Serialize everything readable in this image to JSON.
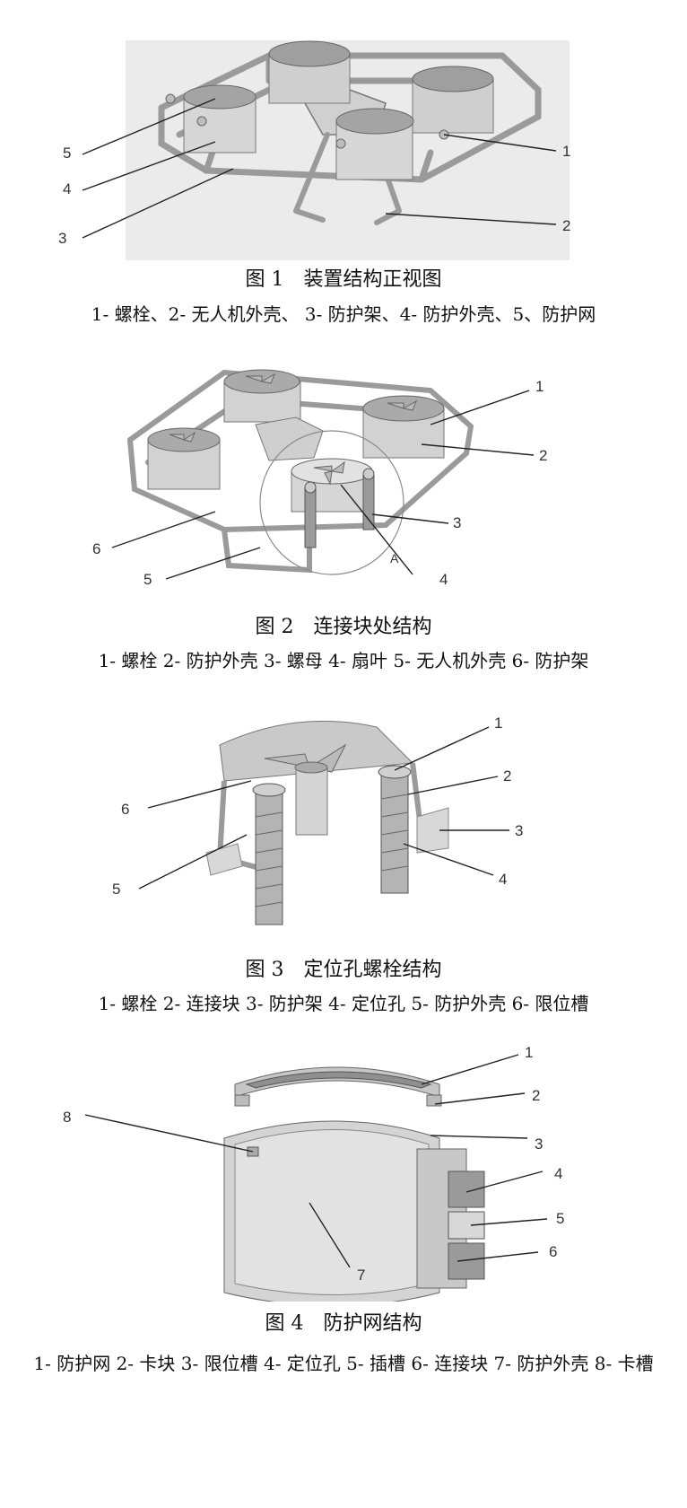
{
  "figures": [
    {
      "number": "图 1",
      "title": "装置结构正视图",
      "legend": "1- 螺栓、2- 无人机外壳、 3- 防护架、4- 防护外壳、5、防护网",
      "callouts": [
        "1",
        "2",
        "3",
        "4",
        "5"
      ]
    },
    {
      "number": "图 2",
      "title": "连接块处结构",
      "legend": "1- 螺栓  2- 防护外壳  3- 螺母  4- 扇叶  5- 无人机外壳  6- 防护架",
      "callouts": [
        "1",
        "2",
        "3",
        "4",
        "5",
        "6"
      ],
      "detail_mark": "A"
    },
    {
      "number": "图 3",
      "title": "定位孔螺栓结构",
      "legend": "1- 螺栓  2- 连接块  3- 防护架 4- 定位孔  5- 防护外壳 6- 限位槽",
      "callouts": [
        "1",
        "2",
        "3",
        "4",
        "5",
        "6"
      ]
    },
    {
      "number": "图 4",
      "title": "防护网结构",
      "legend": "1- 防护网 2- 卡块 3- 限位槽 4- 定位孔 5- 插槽 6- 连接块 7- 防护外壳 8- 卡槽",
      "callouts": [
        "1",
        "2",
        "3",
        "4",
        "5",
        "6",
        "7",
        "8"
      ]
    }
  ],
  "colors": {
    "render_bg": "#e9e9e9",
    "part_light": "#dcdcdc",
    "part_mid": "#bdbdbd",
    "part_dark": "#8c8c8c",
    "leader": "#222222"
  }
}
